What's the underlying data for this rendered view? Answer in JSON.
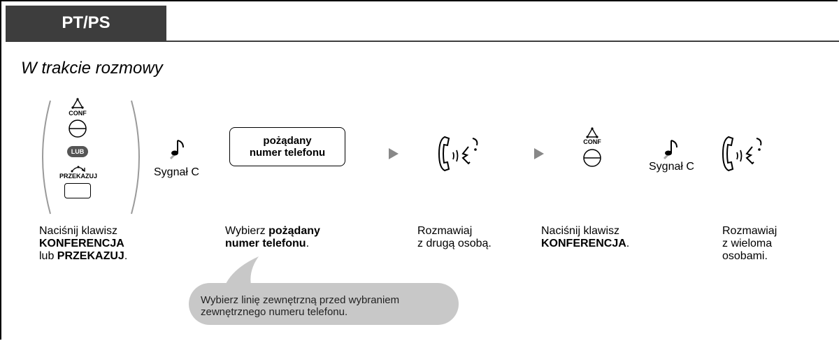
{
  "header": {
    "tab_label": "PT/PS"
  },
  "subtitle": "W trakcie rozmowy",
  "buttons": {
    "conf_label": "CONF",
    "lub_label": "LUB",
    "transfer_label": "PRZEKAZUJ"
  },
  "signal_label": "Sygnał C",
  "number_box": {
    "line1": "pożądany",
    "line2": "numer telefonu"
  },
  "steps": [
    {
      "line1": "Naciśnij klawisz",
      "line2_bold": "KONFERENCJA",
      "line3_pre": "lub ",
      "line3_bold": "PRZEKAZUJ",
      "line3_post": "."
    },
    {
      "line1_pre": "Wybierz ",
      "line1_bold": "pożądany",
      "line2_bold": "numer telefonu",
      "line2_post": "."
    },
    {
      "line1": "Rozmawiaj",
      "line2": "z drugą osobą."
    },
    {
      "line1": "Naciśnij klawisz",
      "line2_bold": "KONFERENCJA",
      "line2_post": "."
    },
    {
      "line1": "Rozmawiaj",
      "line2": "z wieloma",
      "line3": "osobami."
    }
  ],
  "tooltip": {
    "line1": "Wybierz linię zewnętrzną przed wybraniem",
    "line2": "zewnętrznego numeru telefonu."
  },
  "icons": [
    "conf-icon",
    "transfer-icon",
    "music-note-icon",
    "arrow-right-icon",
    "handset-talk-icon"
  ],
  "colors": {
    "tab_bg": "#3d3d3d",
    "arrow": "#888888",
    "tooltip_bg": "#c8c8c8",
    "lub_badge": "#555555"
  }
}
